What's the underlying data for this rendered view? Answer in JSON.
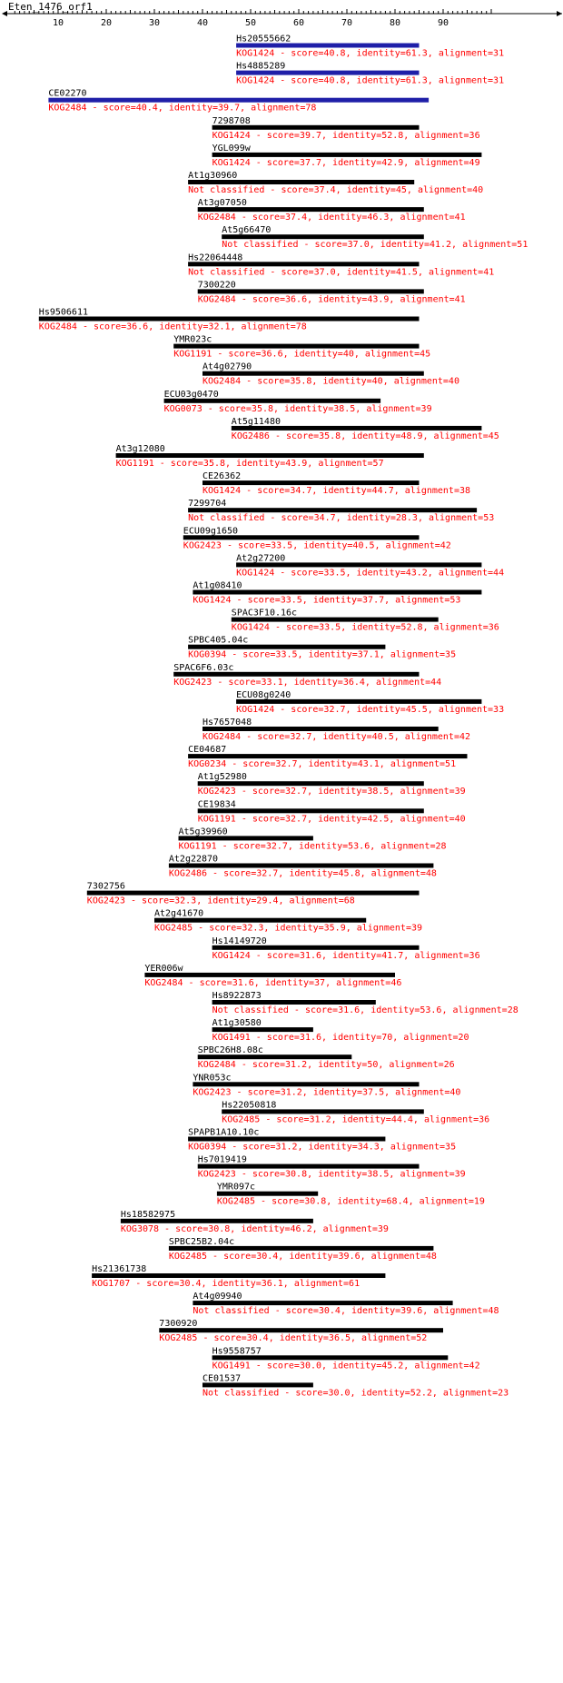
{
  "chart_data": {
    "type": "bar",
    "title": "Eten_1476_orf1",
    "xlim": [
      0,
      100
    ],
    "ticks": [
      10,
      20,
      30,
      40,
      50,
      60,
      70,
      80,
      90
    ],
    "colors": {
      "highlight": "#1f1fa8",
      "normal": "#000000",
      "label": "#000000",
      "annotation": "#ff0000"
    },
    "hits": [
      {
        "name": "Hs20555662",
        "start": 47,
        "end": 85,
        "kog": "KOG1424",
        "score": 40.8,
        "identity": 61.3,
        "alignment": 31,
        "highlight": true
      },
      {
        "name": "Hs4885289",
        "start": 47,
        "end": 85,
        "kog": "KOG1424",
        "score": 40.8,
        "identity": 61.3,
        "alignment": 31,
        "highlight": true
      },
      {
        "name": "CE02270",
        "start": 8,
        "end": 87,
        "kog": "KOG2484",
        "score": 40.4,
        "identity": 39.7,
        "alignment": 78,
        "highlight": true
      },
      {
        "name": "7298708",
        "start": 42,
        "end": 85,
        "kog": "KOG1424",
        "score": 39.7,
        "identity": 52.8,
        "alignment": 36
      },
      {
        "name": "YGL099w",
        "start": 42,
        "end": 98,
        "kog": "KOG1424",
        "score": 37.7,
        "identity": 42.9,
        "alignment": 49
      },
      {
        "name": "At1g30960",
        "start": 37,
        "end": 84,
        "kog": "Not classified",
        "score": 37.4,
        "identity": 45,
        "alignment": 40
      },
      {
        "name": "At3g07050",
        "start": 39,
        "end": 86,
        "kog": "KOG2484",
        "score": 37.4,
        "identity": 46.3,
        "alignment": 41
      },
      {
        "name": "At5g66470",
        "start": 44,
        "end": 86,
        "kog": "Not classified",
        "score": 37.0,
        "identity": 41.2,
        "alignment": 51
      },
      {
        "name": "Hs22064448",
        "start": 37,
        "end": 85,
        "kog": "Not classified",
        "score": 37.0,
        "identity": 41.5,
        "alignment": 41
      },
      {
        "name": "7300220",
        "start": 39,
        "end": 86,
        "kog": "KOG2484",
        "score": 36.6,
        "identity": 43.9,
        "alignment": 41
      },
      {
        "name": "Hs9506611",
        "start": 6,
        "end": 85,
        "kog": "KOG2484",
        "score": 36.6,
        "identity": 32.1,
        "alignment": 78
      },
      {
        "name": "YMR023c",
        "start": 34,
        "end": 85,
        "kog": "KOG1191",
        "score": 36.6,
        "identity": 40,
        "alignment": 45
      },
      {
        "name": "At4g02790",
        "start": 40,
        "end": 86,
        "kog": "KOG2484",
        "score": 35.8,
        "identity": 40,
        "alignment": 40
      },
      {
        "name": "ECU03g0470",
        "start": 32,
        "end": 77,
        "kog": "KOG0073",
        "score": 35.8,
        "identity": 38.5,
        "alignment": 39
      },
      {
        "name": "At5g11480",
        "start": 46,
        "end": 98,
        "kog": "KOG2486",
        "score": 35.8,
        "identity": 48.9,
        "alignment": 45
      },
      {
        "name": "At3g12080",
        "start": 22,
        "end": 86,
        "kog": "KOG1191",
        "score": 35.8,
        "identity": 43.9,
        "alignment": 57
      },
      {
        "name": "CE26362",
        "start": 40,
        "end": 85,
        "kog": "KOG1424",
        "score": 34.7,
        "identity": 44.7,
        "alignment": 38
      },
      {
        "name": "7299704",
        "start": 37,
        "end": 97,
        "kog": "Not classified",
        "score": 34.7,
        "identity": 28.3,
        "alignment": 53
      },
      {
        "name": "ECU09g1650",
        "start": 36,
        "end": 85,
        "kog": "KOG2423",
        "score": 33.5,
        "identity": 40.5,
        "alignment": 42
      },
      {
        "name": "At2g27200",
        "start": 47,
        "end": 98,
        "kog": "KOG1424",
        "score": 33.5,
        "identity": 43.2,
        "alignment": 44
      },
      {
        "name": "At1g08410",
        "start": 38,
        "end": 98,
        "kog": "KOG1424",
        "score": 33.5,
        "identity": 37.7,
        "alignment": 53
      },
      {
        "name": "SPAC3F10.16c",
        "start": 46,
        "end": 89,
        "kog": "KOG1424",
        "score": 33.5,
        "identity": 52.8,
        "alignment": 36
      },
      {
        "name": "SPBC405.04c",
        "start": 37,
        "end": 78,
        "kog": "KOG0394",
        "score": 33.5,
        "identity": 37.1,
        "alignment": 35
      },
      {
        "name": "SPAC6F6.03c",
        "start": 34,
        "end": 85,
        "kog": "KOG2423",
        "score": 33.1,
        "identity": 36.4,
        "alignment": 44
      },
      {
        "name": "ECU08g0240",
        "start": 47,
        "end": 98,
        "kog": "KOG1424",
        "score": 32.7,
        "identity": 45.5,
        "alignment": 33
      },
      {
        "name": "Hs7657048",
        "start": 40,
        "end": 89,
        "kog": "KOG2484",
        "score": 32.7,
        "identity": 40.5,
        "alignment": 42
      },
      {
        "name": "CE04687",
        "start": 37,
        "end": 95,
        "kog": "KOG0234",
        "score": 32.7,
        "identity": 43.1,
        "alignment": 51
      },
      {
        "name": "At1g52980",
        "start": 39,
        "end": 86,
        "kog": "KOG2423",
        "score": 32.7,
        "identity": 38.5,
        "alignment": 39
      },
      {
        "name": "CE19834",
        "start": 39,
        "end": 86,
        "kog": "KOG1191",
        "score": 32.7,
        "identity": 42.5,
        "alignment": 40
      },
      {
        "name": "At5g39960",
        "start": 35,
        "end": 63,
        "kog": "KOG1191",
        "score": 32.7,
        "identity": 53.6,
        "alignment": 28
      },
      {
        "name": "At2g22870",
        "start": 33,
        "end": 88,
        "kog": "KOG2486",
        "score": 32.7,
        "identity": 45.8,
        "alignment": 48
      },
      {
        "name": "7302756",
        "start": 16,
        "end": 85,
        "kog": "KOG2423",
        "score": 32.3,
        "identity": 29.4,
        "alignment": 68
      },
      {
        "name": "At2g41670",
        "start": 30,
        "end": 74,
        "kog": "KOG2485",
        "score": 32.3,
        "identity": 35.9,
        "alignment": 39
      },
      {
        "name": "Hs14149720",
        "start": 42,
        "end": 85,
        "kog": "KOG1424",
        "score": 31.6,
        "identity": 41.7,
        "alignment": 36
      },
      {
        "name": "YER006w",
        "start": 28,
        "end": 80,
        "kog": "KOG2484",
        "score": 31.6,
        "identity": 37,
        "alignment": 46
      },
      {
        "name": "Hs8922873",
        "start": 42,
        "end": 76,
        "kog": "Not classified",
        "score": 31.6,
        "identity": 53.6,
        "alignment": 28
      },
      {
        "name": "At1g30580",
        "start": 42,
        "end": 63,
        "kog": "KOG1491",
        "score": 31.6,
        "identity": 70,
        "alignment": 20
      },
      {
        "name": "SPBC26H8.08c",
        "start": 39,
        "end": 71,
        "kog": "KOG2484",
        "score": 31.2,
        "identity": 50,
        "alignment": 26
      },
      {
        "name": "YNR053c",
        "start": 38,
        "end": 85,
        "kog": "KOG2423",
        "score": 31.2,
        "identity": 37.5,
        "alignment": 40
      },
      {
        "name": "Hs22050818",
        "start": 44,
        "end": 86,
        "kog": "KOG2485",
        "score": 31.2,
        "identity": 44.4,
        "alignment": 36
      },
      {
        "name": "SPAPB1A10.10c",
        "start": 37,
        "end": 78,
        "kog": "KOG0394",
        "score": 31.2,
        "identity": 34.3,
        "alignment": 35
      },
      {
        "name": "Hs7019419",
        "start": 39,
        "end": 85,
        "kog": "KOG2423",
        "score": 30.8,
        "identity": 38.5,
        "alignment": 39
      },
      {
        "name": "YMR097c",
        "start": 43,
        "end": 64,
        "kog": "KOG2485",
        "score": 30.8,
        "identity": 68.4,
        "alignment": 19
      },
      {
        "name": "Hs18582975",
        "start": 23,
        "end": 63,
        "kog": "KOG3078",
        "score": 30.8,
        "identity": 46.2,
        "alignment": 39
      },
      {
        "name": "SPBC25B2.04c",
        "start": 33,
        "end": 88,
        "kog": "KOG2485",
        "score": 30.4,
        "identity": 39.6,
        "alignment": 48
      },
      {
        "name": "Hs21361738",
        "start": 17,
        "end": 78,
        "kog": "KOG1707",
        "score": 30.4,
        "identity": 36.1,
        "alignment": 61
      },
      {
        "name": "At4g09940",
        "start": 38,
        "end": 92,
        "kog": "Not classified",
        "score": 30.4,
        "identity": 39.6,
        "alignment": 48
      },
      {
        "name": "7300920",
        "start": 31,
        "end": 90,
        "kog": "KOG2485",
        "score": 30.4,
        "identity": 36.5,
        "alignment": 52
      },
      {
        "name": "Hs9558757",
        "start": 42,
        "end": 91,
        "kog": "KOG1491",
        "score": 30.0,
        "identity": 45.2,
        "alignment": 42
      },
      {
        "name": "CE01537",
        "start": 40,
        "end": 63,
        "kog": "Not classified",
        "score": 30.0,
        "identity": 52.2,
        "alignment": 23
      }
    ]
  }
}
